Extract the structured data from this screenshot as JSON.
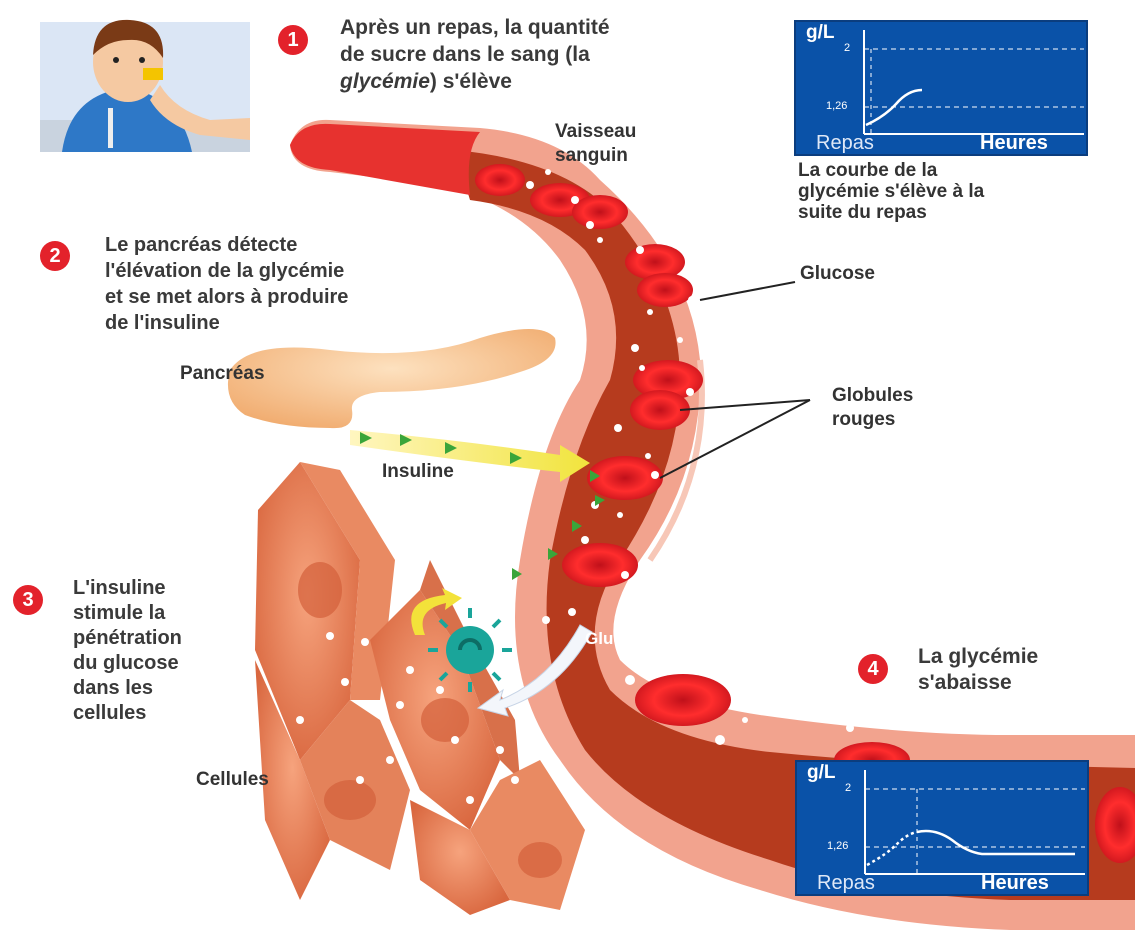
{
  "steps": [
    {
      "number": "1",
      "lines": [
        "Après un repas, la quantité",
        "de sucre dans le sang (la"
      ],
      "line3_emph": "glycémie",
      "line3_rest": ") s'élève"
    },
    {
      "number": "2",
      "lines": [
        "Le pancréas détecte",
        "l'élévation de la glycémie",
        "et se met alors à produire",
        "de l'insuline"
      ]
    },
    {
      "number": "3",
      "lines": [
        "L'insuline",
        "stimule la",
        "pénétration",
        "du glucose",
        "dans les",
        "cellules"
      ]
    },
    {
      "number": "4",
      "lines": [
        "La glycémie",
        "s'abaisse"
      ]
    }
  ],
  "labels": {
    "vessel_line1": "Vaisseau",
    "vessel_line2": "sanguin",
    "glucose_top": "Glucose",
    "red_cells_line1": "Globules",
    "red_cells_line2": "rouges",
    "pancreas": "Pancréas",
    "insulin": "Insuline",
    "glucose_bottom": "Glucose",
    "cells": "Cellules"
  },
  "graph_top": {
    "y_unit": "g/L",
    "tick_high": "2",
    "tick_low": "1,26",
    "x_start": "Repas",
    "x_end": "Heures",
    "caption": [
      "La courbe de la",
      "glycémie s'élève à la",
      "suite du repas"
    ]
  },
  "graph_bottom": {
    "y_unit": "g/L",
    "tick_high": "2",
    "tick_low": "1,26",
    "x_start": "Repas",
    "x_end": "Heures"
  },
  "colors": {
    "badge": "#e3222b",
    "graph_bg": "#0a52a8",
    "vessel_wall": "#f2a38e",
    "vessel_lumen": "#b83a1c",
    "red_cell": "#e01c24",
    "cell_tissue": "#e68760",
    "pancreas": "#f6c89a",
    "insulin_arrow": "#f3ea4a",
    "insulin_marker": "#3aa53a"
  },
  "icons": [
    "person-eating-icon",
    "insulin-receptor-icon",
    "yellow-curved-arrow-icon",
    "glucose-entry-arrow-icon"
  ]
}
